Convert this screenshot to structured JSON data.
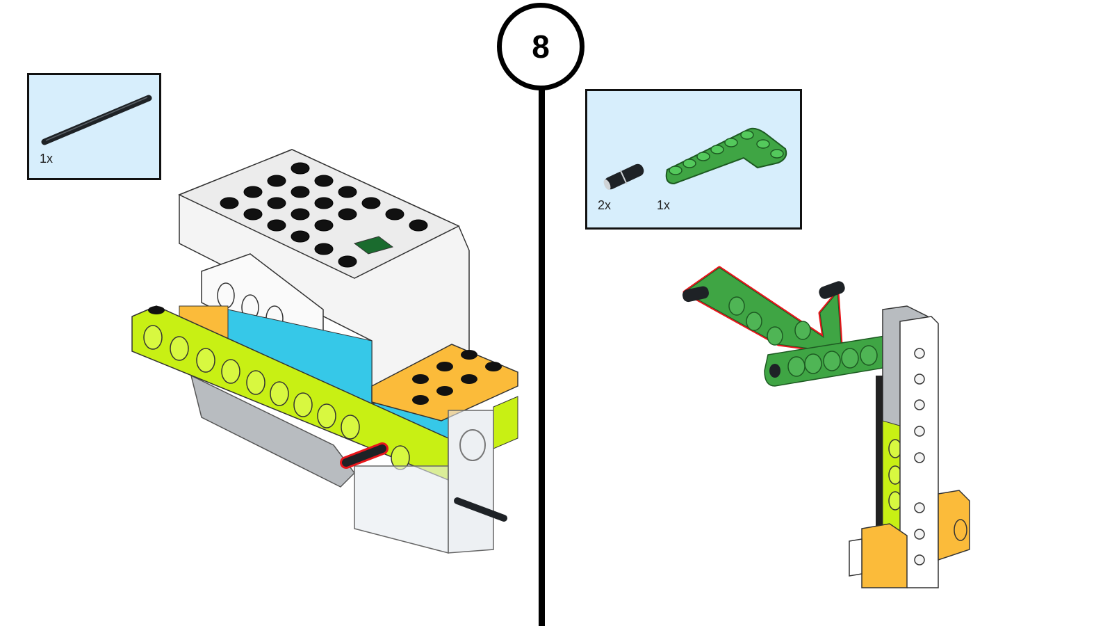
{
  "step": {
    "number": "8"
  },
  "left_panel": {
    "parts": [
      {
        "name": "axle",
        "color": "#1e2226",
        "quantity": "1x"
      }
    ]
  },
  "right_panel": {
    "parts": [
      {
        "name": "connector-peg",
        "color": "#1e2226",
        "quantity": "2x"
      },
      {
        "name": "angled-beam",
        "color": "#3fa544",
        "quantity": "1x"
      }
    ]
  },
  "colors": {
    "parts_box_bg": "#d7eefc",
    "highlight": "#e8161b",
    "lime": "#c8f014",
    "azure": "#36c8e8",
    "orange": "#fbbb3a",
    "green": "#3fa544",
    "hub_white": "#f4f4f4",
    "hub_led": "#1a6b2e",
    "grey": "#b8bcc0"
  }
}
